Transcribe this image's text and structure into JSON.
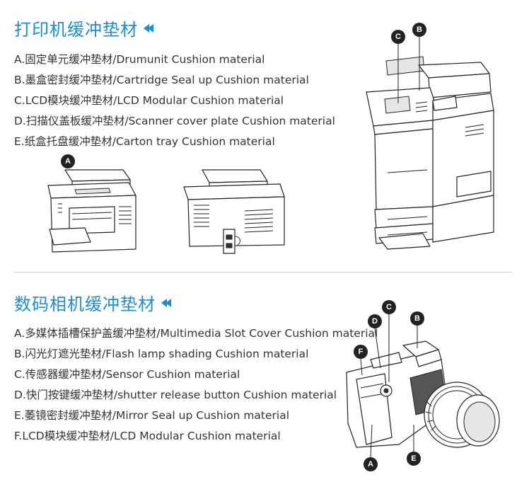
{
  "printer_section": {
    "title": "打印机缓冲垫材",
    "items": [
      "A.固定单元缓冲垫材/Drumunit Cushion material",
      "B.墨盒密封缓冲垫材/Cartridge Seal up Cushion material",
      "C.LCD模块缓冲垫材/LCD Modular Cushion material",
      "D.扫描仪盖板缓冲垫材/Scanner cover plate Cushion material",
      "E.纸盒托盘缓冲垫材/Carton tray Cushion material"
    ],
    "callouts": {
      "a": "A",
      "b": "B",
      "c": "C"
    }
  },
  "camera_section": {
    "title": "数码相机缓冲垫材",
    "items": [
      "A.多媒体插槽保护盖缓冲垫材/Multimedia Slot Cover Cushion material",
      "B.闪光灯遮光垫材/Flash lamp shading Cushion material",
      "C.传感器缓冲垫材/Sensor Cushion material",
      "D.快门按键缓冲垫材/shutter release button Cushion material",
      "E.萎镜密封缓冲垫材/Mirror Seal up Cushion material",
      "F.LCD模块缓冲垫材/LCD Modular Cushion material"
    ],
    "callouts": {
      "a": "A",
      "b": "B",
      "c": "C",
      "d": "D",
      "e": "E",
      "f": "F"
    }
  },
  "colors": {
    "accent": "#1a8fd0",
    "text": "#333333",
    "badge": "#222222"
  },
  "icons": {
    "title_marker": "double-left-arrow-icon"
  }
}
